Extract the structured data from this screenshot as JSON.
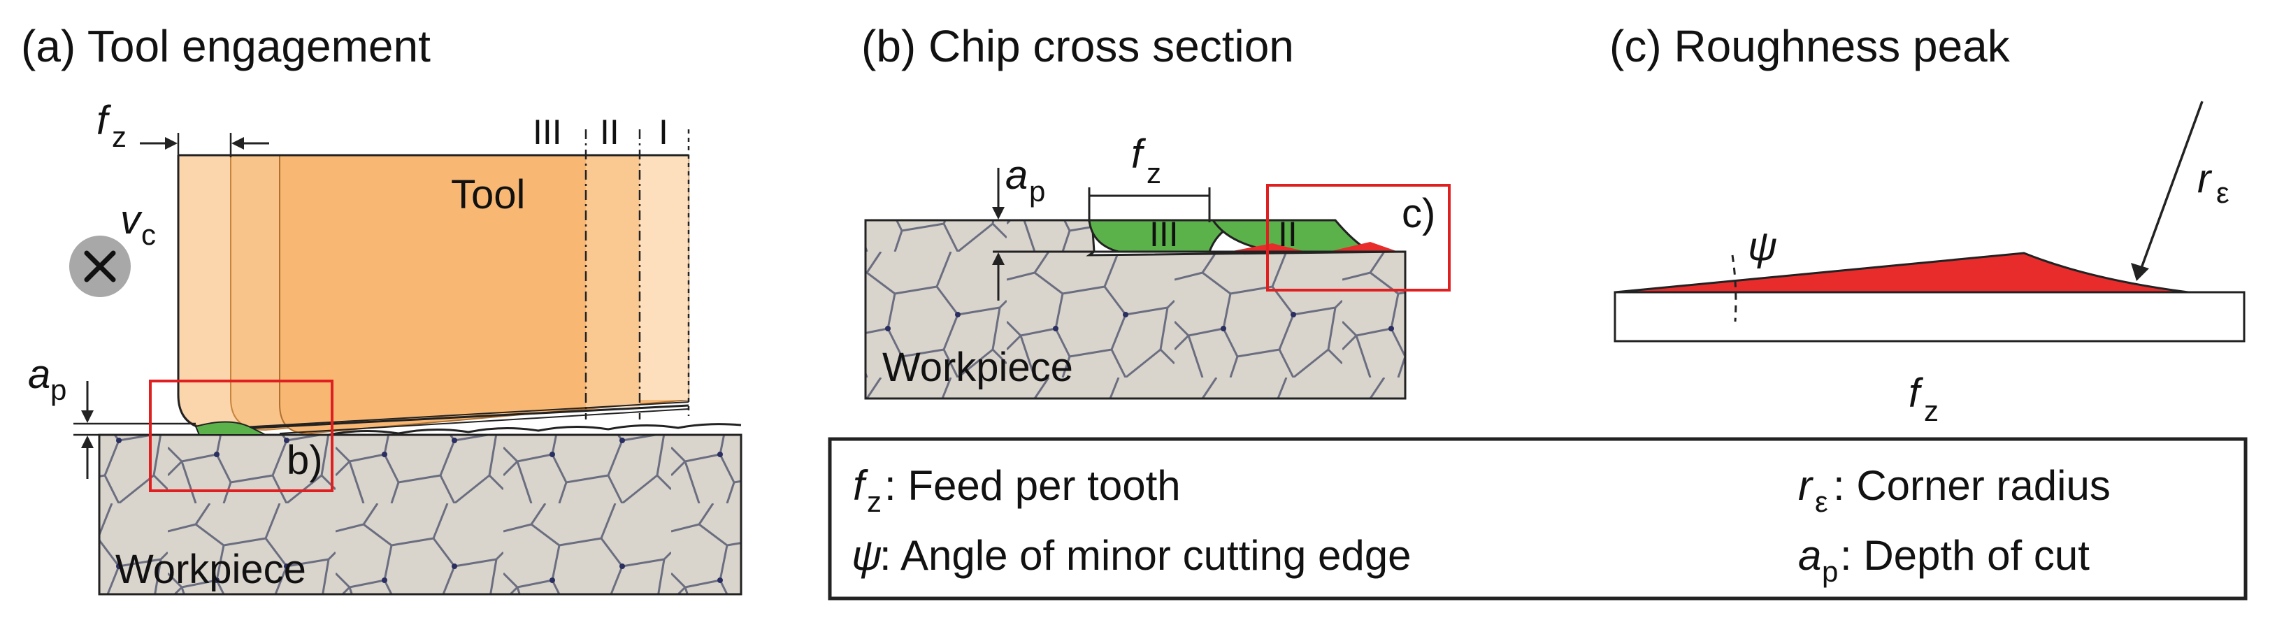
{
  "panels": {
    "a": {
      "title": "(a) Tool engagement",
      "tool_label": "Tool",
      "workpiece_label": "Workpiece",
      "zones": [
        "III",
        "II",
        "I"
      ],
      "fz_sym": "f",
      "fz_sub": "z",
      "vc_sym": "v",
      "vc_sub": "c",
      "ap_sym": "a",
      "ap_sub": "p",
      "inset_label": "b)"
    },
    "b": {
      "title": "(b) Chip cross section",
      "workpiece_label": "Workpiece",
      "zones": [
        "III",
        "II"
      ],
      "ap_sym": "a",
      "ap_sub": "p",
      "fz_sym": "f",
      "fz_sub": "z",
      "inset_label": "c)"
    },
    "c": {
      "title": "(c) Roughness peak",
      "psi_sym": "ψ",
      "r_sym": "r",
      "r_sub": "ε",
      "fz_sym": "f",
      "fz_sub": "z"
    }
  },
  "legend": {
    "fz": {
      "sym": "f",
      "sub": "z",
      "text": ": Feed per tooth"
    },
    "psi": {
      "sym": "ψ",
      "text": ": Angle of minor cutting edge"
    },
    "r": {
      "sym": "r",
      "sub": "ε",
      "text": ": Corner radius"
    },
    "ap": {
      "sym": "a",
      "sub": "p",
      "text": ": Depth of cut"
    }
  },
  "colors": {
    "tool_orange": "#f8b874",
    "tool_light": "#fbd5ac",
    "chip_green": "#5cb24a",
    "peak_red": "#e82c2c",
    "inset_red": "#e02020",
    "workpiece": "#d9d4cc",
    "grain_line": "#6b6e80"
  }
}
